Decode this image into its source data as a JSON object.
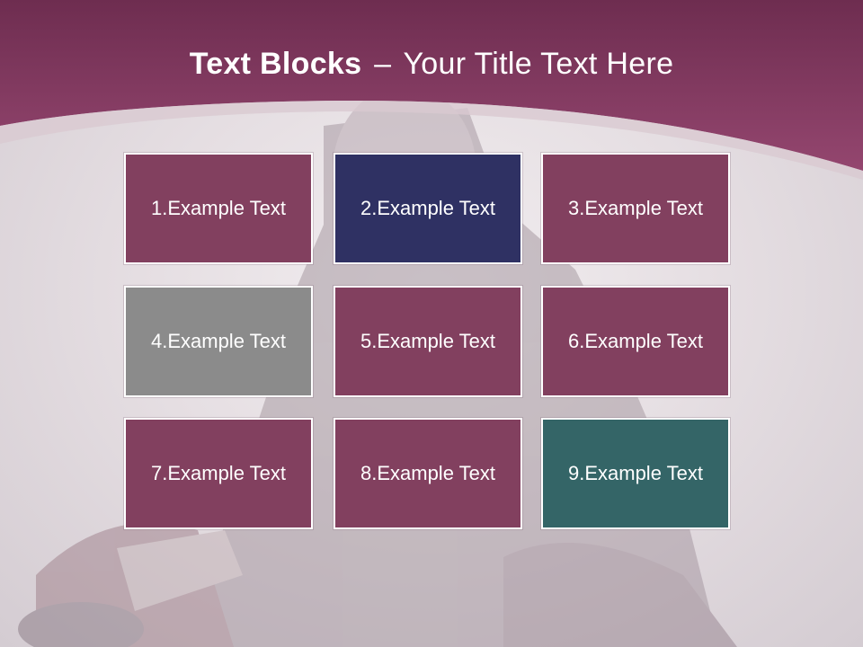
{
  "slide": {
    "title_bold": "Text Blocks",
    "title_separator": "–",
    "title_rest": "Your Title Text Here"
  },
  "blocks": [
    {
      "label": "1.Example Text",
      "color": "#82405f"
    },
    {
      "label": "2.Example Text",
      "color": "#2f3163"
    },
    {
      "label": "3.Example Text",
      "color": "#82405f"
    },
    {
      "label": "4.Example Text",
      "color": "#8b8b8b"
    },
    {
      "label": "5.Example Text",
      "color": "#82405f"
    },
    {
      "label": "6.Example Text",
      "color": "#82405f"
    },
    {
      "label": "7.Example Text",
      "color": "#82405f"
    },
    {
      "label": "8.Example Text",
      "color": "#82405f"
    },
    {
      "label": "9.Example Text",
      "color": "#346567"
    }
  ],
  "theme": {
    "header_color": "#8a3f67",
    "header_dark": "#6a2c4c"
  }
}
